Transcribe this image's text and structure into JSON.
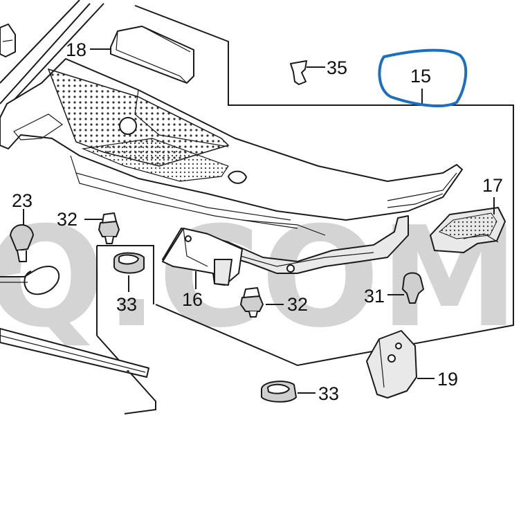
{
  "watermark": "Q.COM",
  "callouts": {
    "c15": "15",
    "c16": "16",
    "c17": "17",
    "c18": "18",
    "c19": "19",
    "c23": "23",
    "c31": "31",
    "c32a": "32",
    "c32b": "32",
    "c33a": "33",
    "c33b": "33",
    "c35": "35"
  },
  "highlight_color": "#1b6fc2"
}
